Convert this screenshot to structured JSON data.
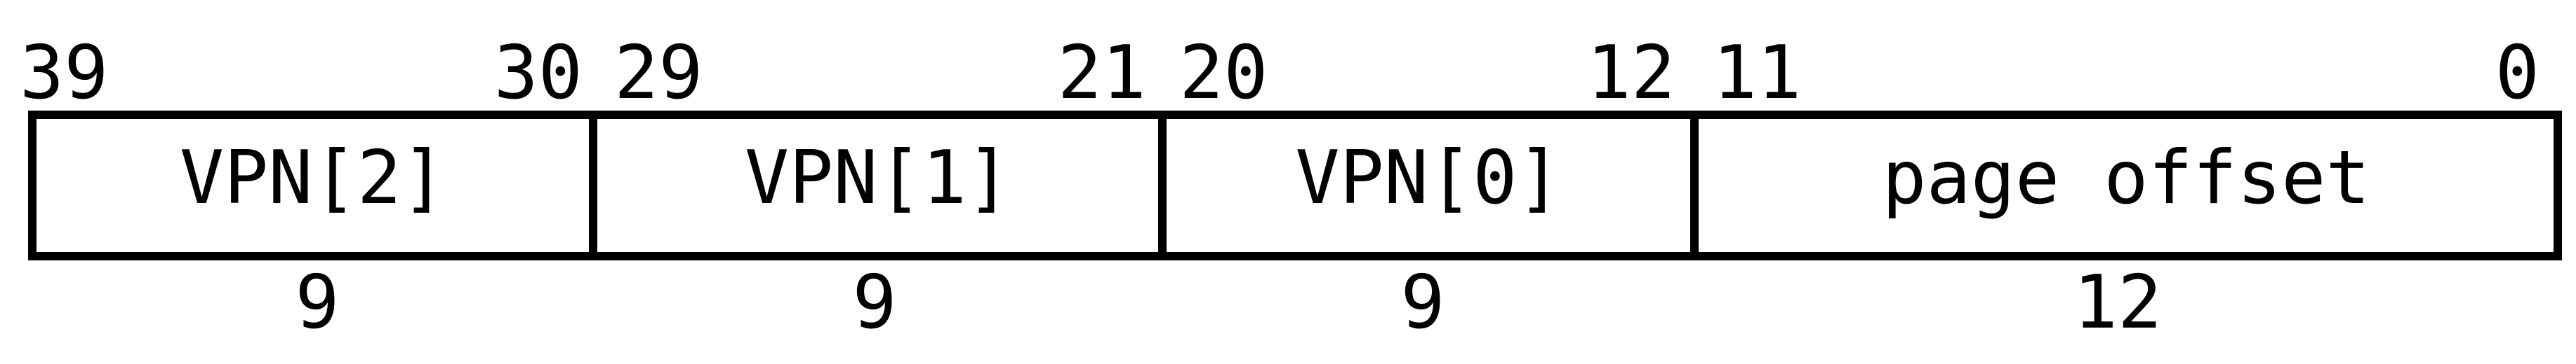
{
  "colors": {
    "ink": "#000000",
    "background": "#ffffff"
  },
  "fields": [
    {
      "label": "VPN[2]",
      "high_bit": "39",
      "low_bit": "30",
      "width_bits": "9"
    },
    {
      "label": "VPN[1]",
      "high_bit": "29",
      "low_bit": "21",
      "width_bits": "9"
    },
    {
      "label": "VPN[0]",
      "high_bit": "20",
      "low_bit": "12",
      "width_bits": "9"
    },
    {
      "label": "page offset",
      "high_bit": "11",
      "low_bit": "0",
      "width_bits": "12"
    }
  ]
}
